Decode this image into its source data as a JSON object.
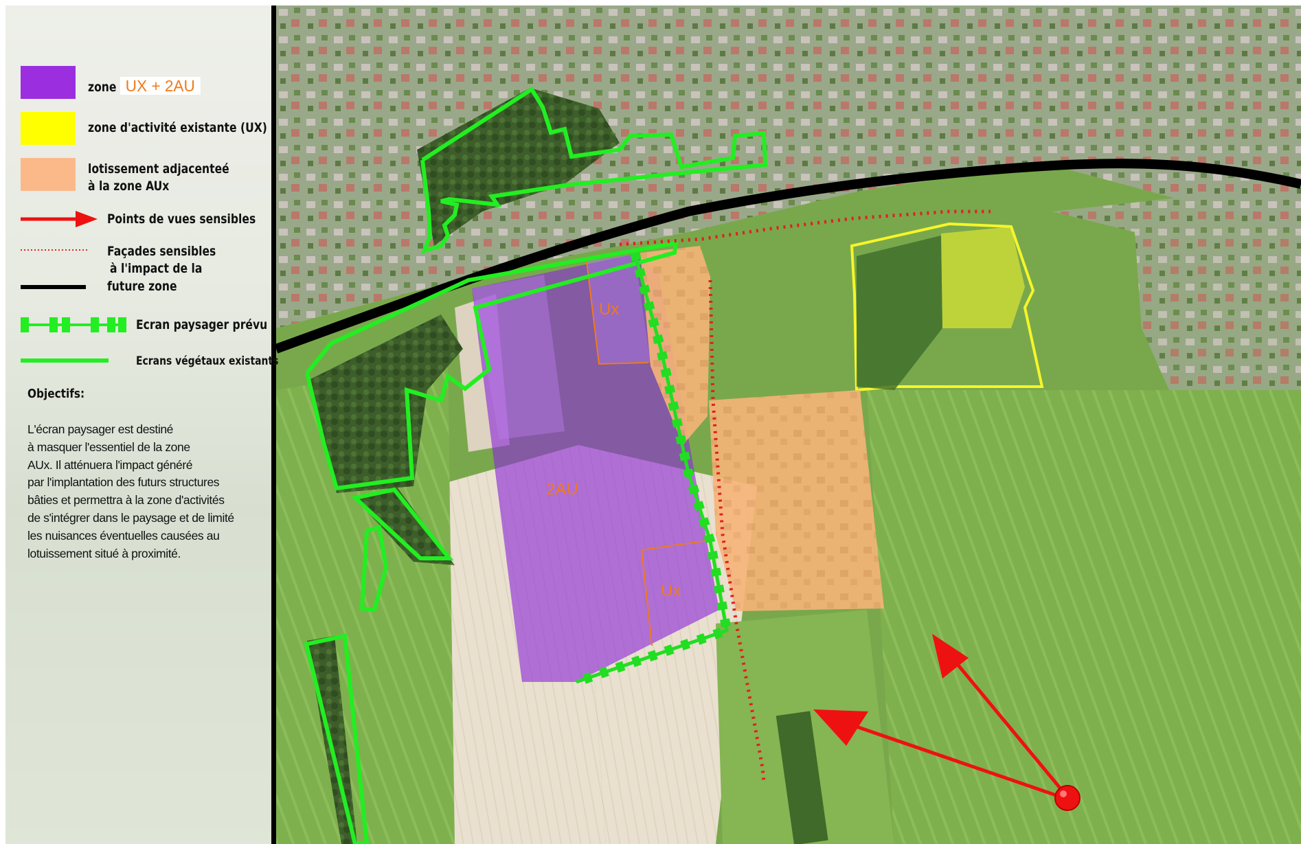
{
  "legend": {
    "items": [
      {
        "label": "zone",
        "tag": "UX + 2AU",
        "color": "#9b2fe0"
      },
      {
        "label": "zone d'activité existante (UX)",
        "color": "#ffff00"
      },
      {
        "label": "lotissement adjacenteé",
        "label2": "à la zone AUx",
        "color": "#fbb98a"
      },
      {
        "label": "Points de vues sensibles",
        "color": "#ee1111"
      },
      {
        "label": "Façades sensibles",
        "label2": "à l'impact de la",
        "label3": "future zone",
        "color": "#dd2222"
      },
      {
        "label": "Ecran paysager prévu",
        "color": "#22ee22"
      },
      {
        "label": "Ecrans végétaux existants",
        "color": "#22ee22"
      }
    ],
    "objectives_title": "Objectifs:",
    "objectives_lines": [
      "L'écran paysager est destiné",
      "à masquer l'essentiel de la zone",
      "AUx. Il atténuera l'impact généré",
      "par l'implantation des futurs structures",
      "bâties et permettra à la zone d'activités",
      "de s'intégrer dans le paysage et de limité",
      "les nuisances éventuelles causées au",
      "lotuissement situé à proximité."
    ]
  },
  "map": {
    "labels": {
      "ux_top": "Ux",
      "zone_2au": "2AU",
      "ux_bottom": "Ux"
    },
    "colors": {
      "zone_purple": "#8a2ad8",
      "existing_yellow": "#f5f52a",
      "subdivision_orange": "#f8b478",
      "existing_green": "#22ee22",
      "planned_green": "#22dd22",
      "railway_black": "#000000",
      "facade_red": "#e02020",
      "view_red": "#ee1111",
      "label_orange": "#f07a1a"
    }
  }
}
